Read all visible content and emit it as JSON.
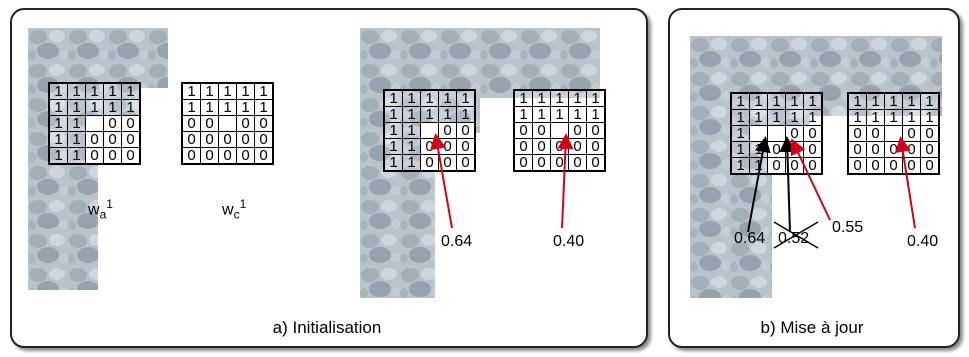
{
  "panel_a": {
    "caption": "a) Initialisation",
    "grid_wa": [
      [
        "1",
        "1",
        "1",
        "1",
        "1"
      ],
      [
        "1",
        "1",
        "1",
        "1",
        "1"
      ],
      [
        "1",
        "1",
        "",
        "0",
        "0"
      ],
      [
        "1",
        "1",
        "0",
        "0",
        "0"
      ],
      [
        "1",
        "1",
        "0",
        "0",
        "0"
      ]
    ],
    "grid_wc": [
      [
        "1",
        "1",
        "1",
        "1",
        "1"
      ],
      [
        "1",
        "1",
        "1",
        "1",
        "1"
      ],
      [
        "0",
        "0",
        "",
        "0",
        "0"
      ],
      [
        "0",
        "0",
        "0",
        "0",
        "0"
      ],
      [
        "0",
        "0",
        "0",
        "0",
        "0"
      ]
    ],
    "label_wa": {
      "base": "w",
      "sub": "a",
      "sup": "1"
    },
    "label_wc": {
      "base": "w",
      "sub": "c",
      "sup": "1"
    },
    "grid_left": [
      [
        "1",
        "1",
        "1",
        "1",
        "1"
      ],
      [
        "1",
        "1",
        "1",
        "1",
        "1"
      ],
      [
        "1",
        "1",
        "",
        "0",
        "0"
      ],
      [
        "1",
        "1",
        "0",
        "0",
        "0"
      ],
      [
        "1",
        "1",
        "0",
        "0",
        "0"
      ]
    ],
    "grid_right": [
      [
        "1",
        "1",
        "1",
        "1",
        "1"
      ],
      [
        "1",
        "1",
        "1",
        "1",
        "1"
      ],
      [
        "0",
        "0",
        "",
        "0",
        "0"
      ],
      [
        "0",
        "0",
        "0",
        "0",
        "0"
      ],
      [
        "0",
        "0",
        "0",
        "0",
        "0"
      ]
    ],
    "value_left": "0.64",
    "value_right": "0.40"
  },
  "panel_b": {
    "caption": "b) Mise à jour",
    "grid_left": [
      [
        "1",
        "1",
        "1",
        "1",
        "1"
      ],
      [
        "1",
        "1",
        "1",
        "1",
        "1"
      ],
      [
        "1",
        "",
        "",
        "0",
        "0"
      ],
      [
        "1",
        "1",
        "0",
        "0",
        "0"
      ],
      [
        "1",
        "1",
        "0",
        "0",
        "0"
      ]
    ],
    "grid_right": [
      [
        "1",
        "1",
        "1",
        "1",
        "1"
      ],
      [
        "1",
        "1",
        "1",
        "1",
        "1"
      ],
      [
        "0",
        "0",
        "",
        "0",
        "0"
      ],
      [
        "0",
        "0",
        "0",
        "0",
        "0"
      ],
      [
        "0",
        "0",
        "0",
        "0",
        "0"
      ]
    ],
    "value_a": "0.64",
    "value_crossed": "0.52",
    "value_new": "0.55",
    "value_right": "0.40"
  },
  "colors": {
    "arrow_red": "#d0021b",
    "arrow_black": "#000000"
  }
}
